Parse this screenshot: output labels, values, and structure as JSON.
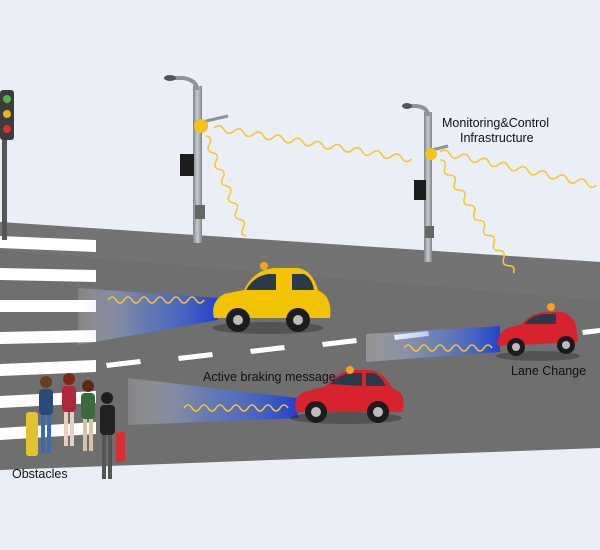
{
  "labels": {
    "monitoring_line1": "Monitoring&Control",
    "monitoring_line2": "Infrastructure",
    "active_braking": "Active braking message",
    "lane_change": "Lane Change",
    "obstacles": "Obstacles"
  },
  "colors": {
    "background": "#e9eef7",
    "road": "#6d6d6d",
    "lane_marking": "#ffffff",
    "signal_wave": "#f2c230",
    "sensor_beam": "#2f5fd8",
    "yellow_car": "#f2c400",
    "red_car": "#d8222d",
    "pole": "#9aa0a6",
    "beacon": "#f6c11a"
  },
  "icons": [
    "traffic-light-icon",
    "street-lamp-icon",
    "car-icon",
    "pedestrian-icon"
  ]
}
